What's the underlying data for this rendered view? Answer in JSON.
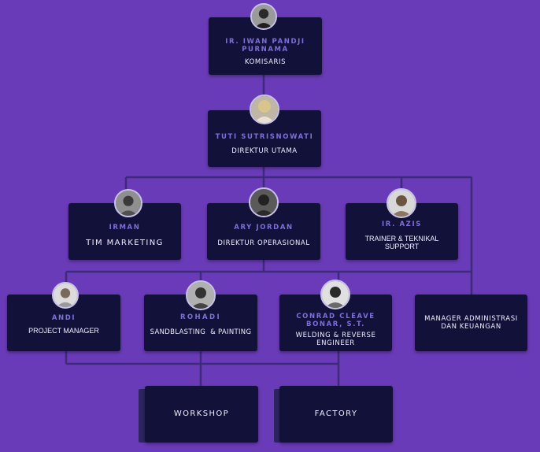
{
  "nodes": {
    "komisaris": {
      "name": "IR. IWAN PANDJI PURNAMA",
      "role": "KOMISARIS"
    },
    "direktur_utama": {
      "name": "TUTI SUTRISNOWATI",
      "role": "DIREKTUR UTAMA"
    },
    "marketing": {
      "name": "IRMAN",
      "role": "TIM MARKETING"
    },
    "operasional": {
      "name": "ARY JORDAN",
      "role": "DIREKTUR OPERASIONAL"
    },
    "trainer": {
      "name": "IR. AZIS",
      "role": "TRAINER & TEKNIKAL SUPPORT"
    },
    "project_manager": {
      "name": "ANDI",
      "role": "PROJECT MANAGER"
    },
    "sandblasting": {
      "name": "ROHADI",
      "role": "SANDBLASTING  & PAINTING"
    },
    "welding": {
      "name": "CONRAD CLEAVE BONAR, S.T.",
      "role": "WELDING & REVERSE ENGINEER"
    },
    "administrasi": {
      "role": "MANAGER ADMINISTRASI DAN KEUANGAN"
    },
    "workshop": {
      "role": "WORKSHOP"
    },
    "factory": {
      "role": "FACTORY"
    }
  },
  "colors": {
    "background": "#6a3bb8",
    "box": "#12113a",
    "name_text": "#7d6fd9",
    "connector": "#3d2a7a"
  },
  "icons": [
    "person-avatar-icon"
  ]
}
